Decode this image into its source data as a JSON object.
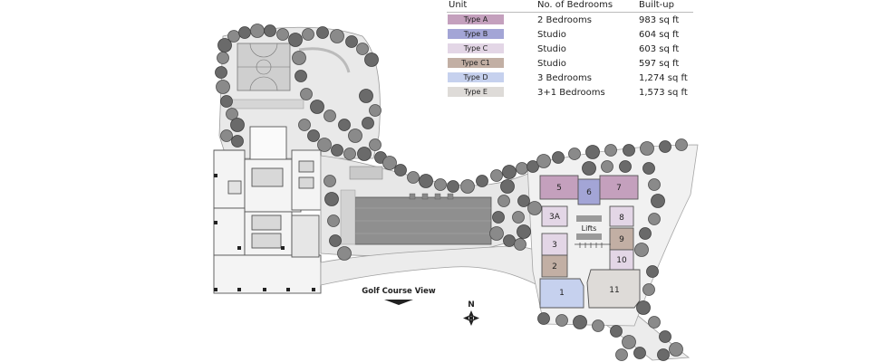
{
  "legend": {
    "headers": {
      "unit": "Unit",
      "bedrooms": "No. of Bedrooms",
      "builtup": "Built-up"
    },
    "rows": [
      {
        "type": "Type A",
        "bedrooms": "2 Bedrooms",
        "area": "983 sq ft",
        "color": "#c4a0bd"
      },
      {
        "type": "Type B",
        "bedrooms": "Studio",
        "area": "604 sq ft",
        "color": "#a3a5d6"
      },
      {
        "type": "Type C",
        "bedrooms": "Studio",
        "area": "603 sq ft",
        "color": "#e3d6e6"
      },
      {
        "type": "Type C1",
        "bedrooms": "Studio",
        "area": "597 sq ft",
        "color": "#c2afa4"
      },
      {
        "type": "Type D",
        "bedrooms": "3 Bedrooms",
        "area": "1,274 sq ft",
        "color": "#c6d1ee"
      },
      {
        "type": "Type E",
        "bedrooms": "3+1 Bedrooms",
        "area": "1,573 sq ft",
        "color": "#dedbd8"
      }
    ]
  },
  "plan": {
    "units": {
      "u5": "5",
      "u6": "6",
      "u7": "7",
      "u3a": "3A",
      "u8": "8",
      "u3": "3",
      "u9": "9",
      "u2": "2",
      "u10": "10",
      "u1": "1",
      "u11": "11"
    },
    "lifts": "Lifts",
    "golf_view": "Golf Course View",
    "north": "N"
  }
}
